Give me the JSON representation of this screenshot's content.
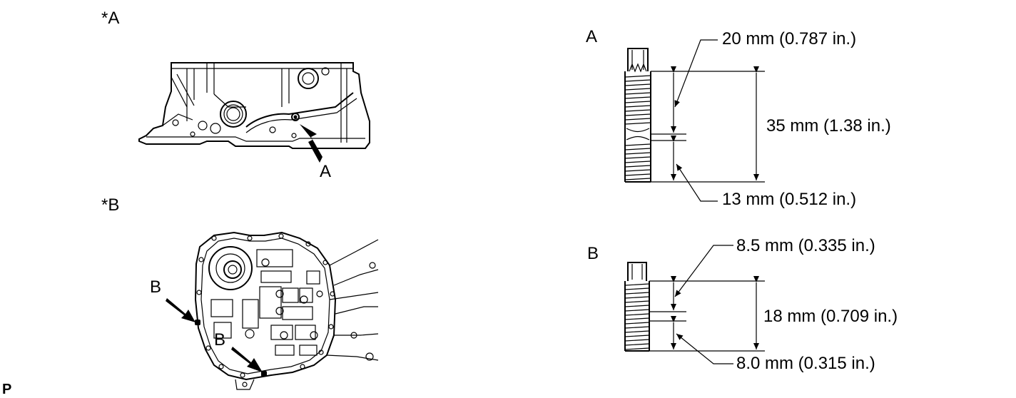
{
  "figure": {
    "view_a_tag": "*A",
    "view_b_tag": "*B",
    "corner_code": "P",
    "view_a_callout": "A",
    "view_b_callouts": [
      "B",
      "B"
    ]
  },
  "stud_a": {
    "tag": "A",
    "top_thread": "20 mm (0.787 in.)",
    "overall": "35 mm (1.38 in.)",
    "bottom_thread": "13 mm (0.512 in.)"
  },
  "stud_b": {
    "tag": "B",
    "top_thread": "8.5 mm (0.335 in.)",
    "overall": "18 mm (0.709 in.)",
    "bottom_thread": "8.0 mm (0.315 in.)"
  }
}
